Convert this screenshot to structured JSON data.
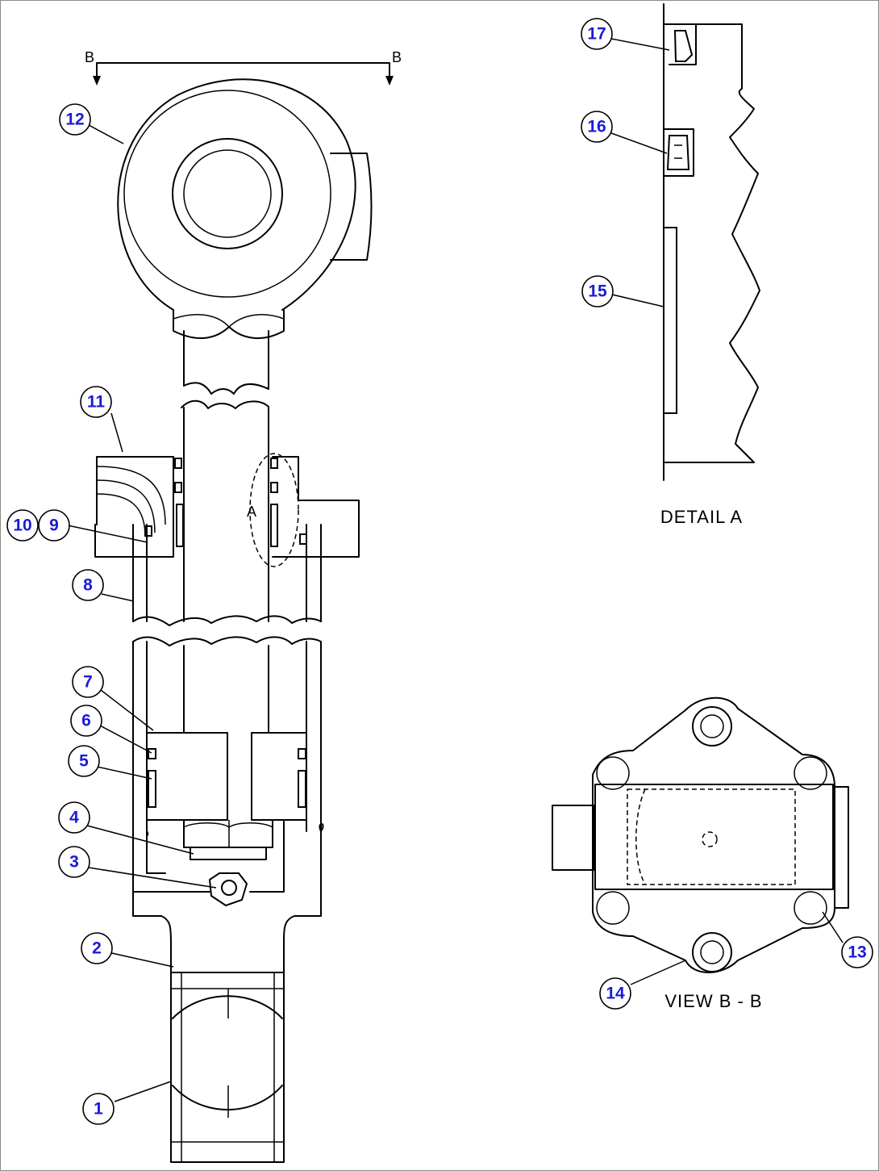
{
  "captions": {
    "detail": "DETAIL  A",
    "view": "VIEW  B - B",
    "section_left": "B",
    "section_right": "B",
    "detail_ref": "A"
  },
  "callouts": [
    {
      "id": "1",
      "label": "1"
    },
    {
      "id": "2",
      "label": "2"
    },
    {
      "id": "3",
      "label": "3"
    },
    {
      "id": "4",
      "label": "4"
    },
    {
      "id": "5",
      "label": "5"
    },
    {
      "id": "6",
      "label": "6"
    },
    {
      "id": "7",
      "label": "7"
    },
    {
      "id": "8",
      "label": "8"
    },
    {
      "id": "9",
      "label": "9"
    },
    {
      "id": "10",
      "label": "10"
    },
    {
      "id": "11",
      "label": "11"
    },
    {
      "id": "12",
      "label": "12"
    },
    {
      "id": "13",
      "label": "13"
    },
    {
      "id": "14",
      "label": "14"
    },
    {
      "id": "15",
      "label": "15"
    },
    {
      "id": "16",
      "label": "16"
    },
    {
      "id": "17",
      "label": "17"
    }
  ],
  "colors": {
    "callout_text": "#1b1bd6",
    "line": "#000000",
    "frame": "#8a8a8a"
  }
}
